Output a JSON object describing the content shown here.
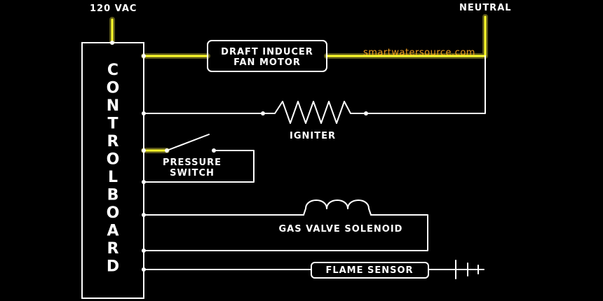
{
  "terminals": {
    "supply": "120 VAC",
    "neutral": "NEUTRAL"
  },
  "control_board": {
    "letters": [
      "C",
      "O",
      "N",
      "T",
      "R",
      "O",
      "L",
      "B",
      "O",
      "A",
      "R",
      "D"
    ]
  },
  "components": {
    "inducer_line1": "DRAFT INDUCER",
    "inducer_line2": "FAN MOTOR",
    "igniter": "IGNITER",
    "pressure_line1": "PRESSURE",
    "pressure_line2": "SWITCH",
    "gas_valve": "GAS VALVE SOLENOID",
    "flame_sensor": "FLAME SENSOR"
  },
  "watermark": "smartwatersource.com",
  "colors": {
    "background": "#000000",
    "wire": "#ffffff",
    "energized": "#ffff2a",
    "watermark": "#f0a020"
  }
}
